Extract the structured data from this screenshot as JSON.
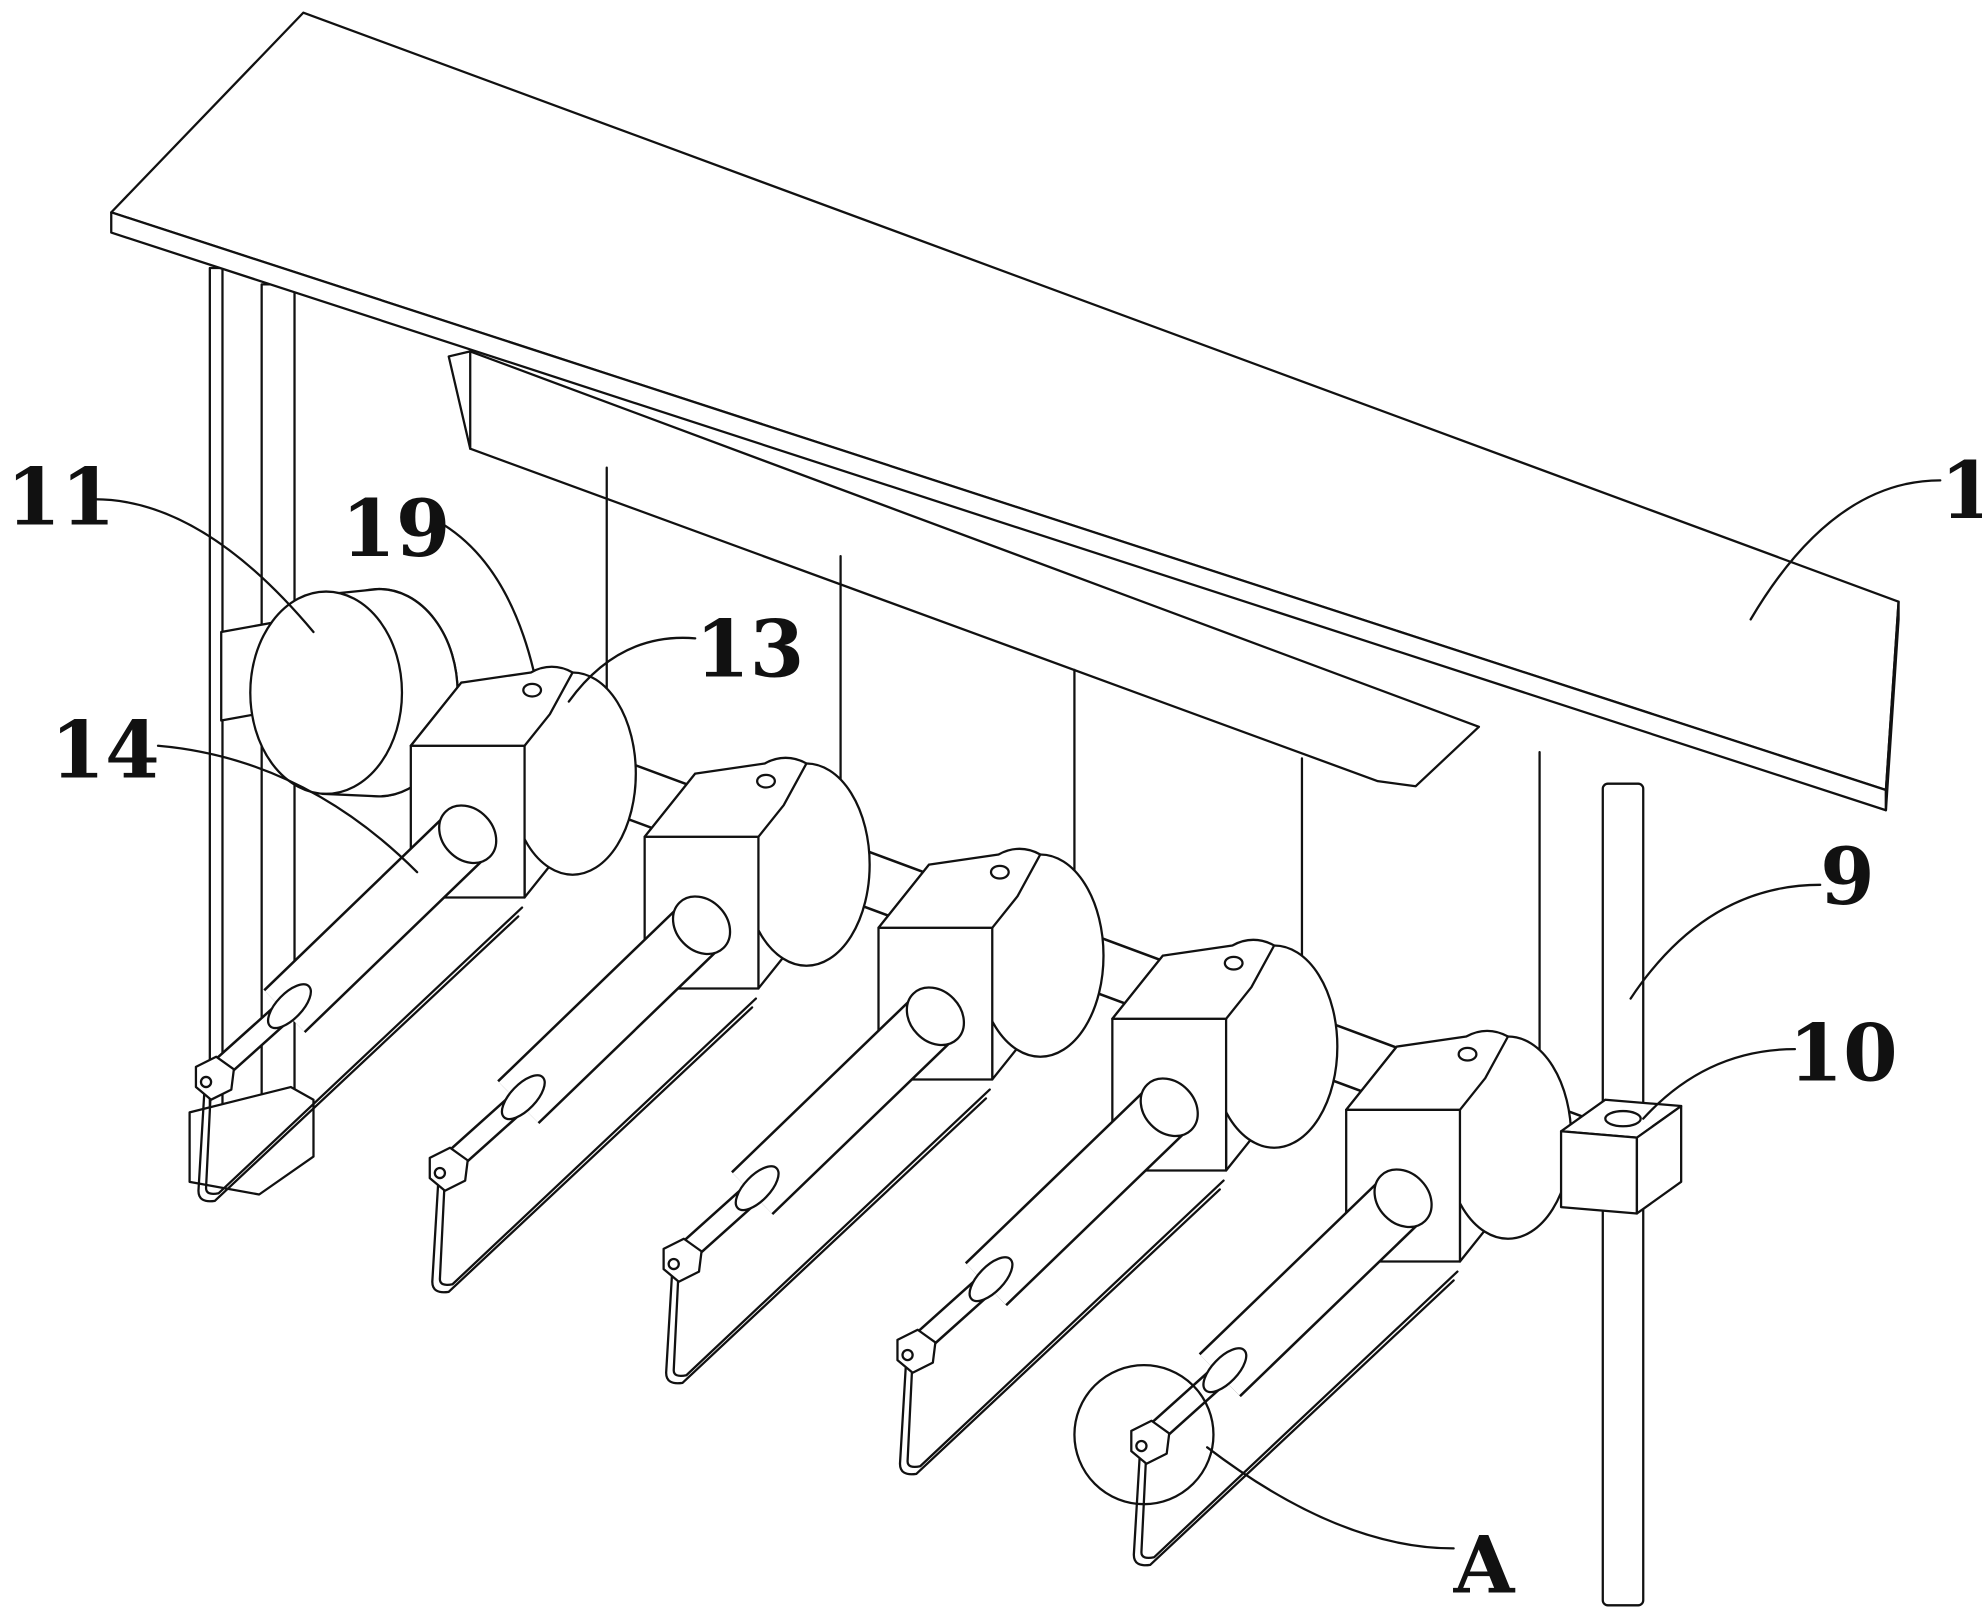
{
  "figure": {
    "labels": {
      "plate": "1",
      "rod": "9",
      "slider_block": "10",
      "wheel": "11",
      "clamp_block": "13",
      "cylinder_arm": "14",
      "hole": "19",
      "detail": "A"
    },
    "clamp_unit_count": 5
  }
}
